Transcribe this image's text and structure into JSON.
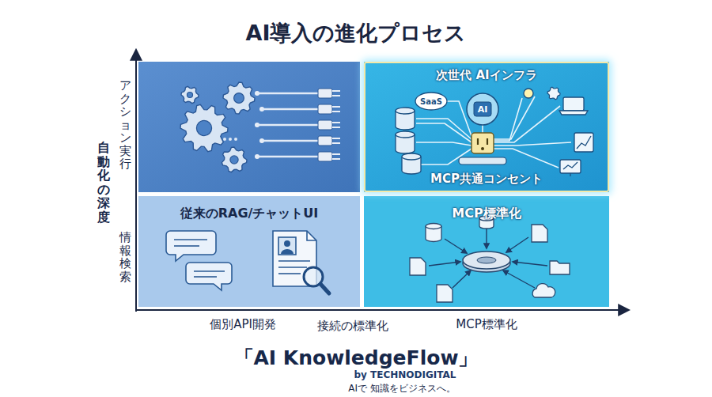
{
  "diagram": {
    "title": "AI導入の進化プロセス",
    "nodes": [
      {
        "text": [
          "次世代 AIインフラ",
          "MCP共通コンセント"
        ]
      },
      {
        "text": [
          "従来のRAG/チャットUI"
        ]
      },
      {
        "text": [
          "MCP標準化"
        ]
      }
    ],
    "labels": [
      "自動化の深度",
      "アクション実行",
      "情報検索",
      "個別API開発",
      "接続の標準化",
      "MCP標準化",
      "「AI KnowledgeFlow」",
      "by TECHNODIGITAL",
      "AIで 知識をビジネスへ。",
      "SaaS",
      "AI"
    ]
  }
}
